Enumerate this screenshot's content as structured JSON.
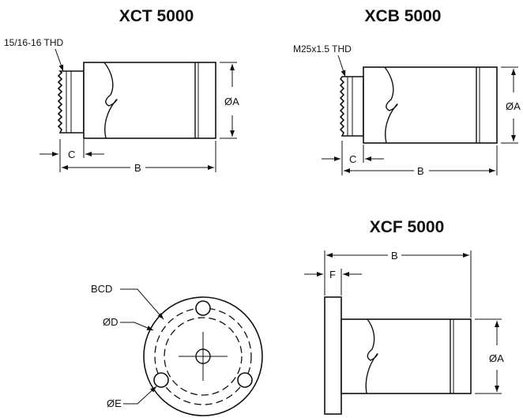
{
  "diagrams": {
    "xct": {
      "title": "XCT 5000",
      "thread_label": "15/16-16 THD",
      "dim_a": "ØA",
      "dim_b": "B",
      "dim_c": "C"
    },
    "xcb": {
      "title": "XCB 5000",
      "thread_label": "M25x1.5 THD",
      "dim_a": "ØA",
      "dim_b": "B",
      "dim_c": "C"
    },
    "xcf": {
      "title": "XCF 5000",
      "dim_a": "ØA",
      "dim_b": "B",
      "dim_f": "F"
    },
    "flange_end_view": {
      "bcd": "BCD",
      "dim_d": "ØD",
      "dim_e": "ØE"
    }
  }
}
